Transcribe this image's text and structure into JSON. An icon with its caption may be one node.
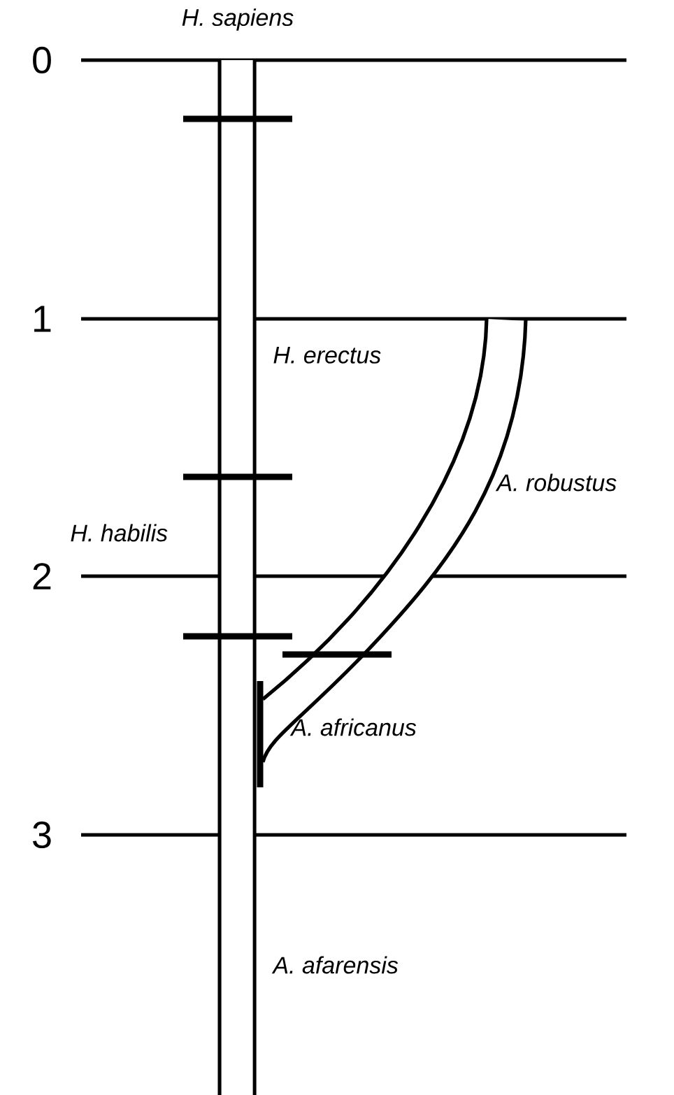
{
  "diagram": {
    "labels": [
      "H. sapiens",
      "0",
      "1",
      "H. erectus",
      "A. robustus",
      "H. habilis",
      "2",
      "A. africanus",
      "3",
      "A. afarensis"
    ]
  }
}
